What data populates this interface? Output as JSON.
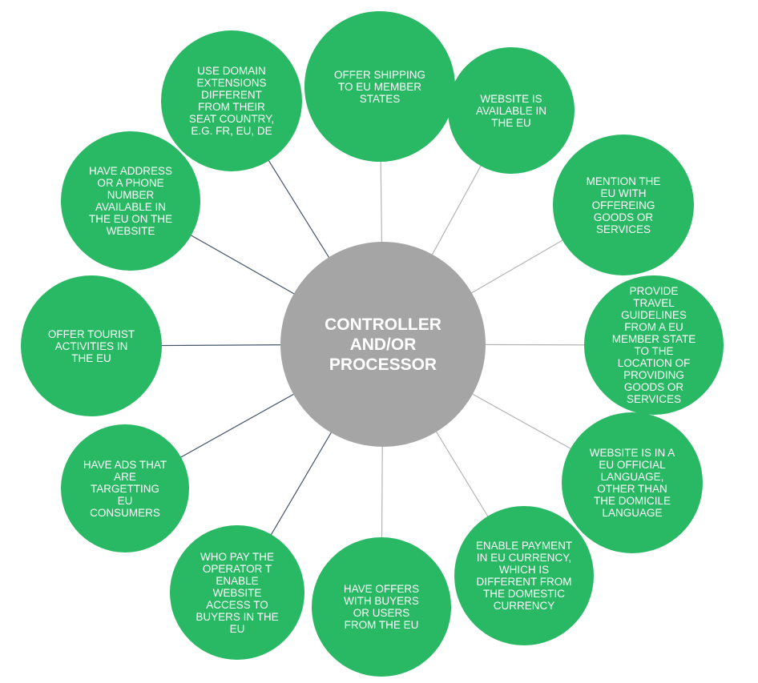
{
  "diagram": {
    "center": {
      "label": "CONTROLLER\nAND/OR\nPROCESSOR"
    },
    "nodes": [
      {
        "id": "offer-shipping",
        "label": "OFFER SHIPPING\nTO EU MEMBER\nSTATES"
      },
      {
        "id": "website-available",
        "label": "WEBSITE IS\nAVAILABLE IN\nTHE EU"
      },
      {
        "id": "mention-eu",
        "label": "MENTION THE\nEU WITH\nOFFEREING\nGOODS OR\nSERVICES"
      },
      {
        "id": "travel-guidelines",
        "label": "PROVIDE\nTRAVEL\nGUIDELINES\nFROM A EU\nMEMBER STATE\nTO THE\nLOCATION OF\nPROVIDING\nGOODS OR\nSERVICES"
      },
      {
        "id": "eu-language",
        "label": "WEBSITE IS IN A\nEU OFFICIAL\nLANGUAGE,\nOTHER THAN\nTHE DOMICILE\nLANGUAGE"
      },
      {
        "id": "eu-currency",
        "label": "ENABLE PAYMENT\nIN EU CURRENCY,\nWHICH IS\nDIFFERENT FROM\nTHE DOMESTIC\nCURRENCY"
      },
      {
        "id": "offers-buyers",
        "label": "HAVE OFFERS\nWITH BUYERS\nOR USERS\nFROM THE EU"
      },
      {
        "id": "pay-operator",
        "label": "WHO PAY THE\nOPERATOR T\nENABLE\nWEBSITE\nACCESS TO\nBUYERS IN THE\nEU"
      },
      {
        "id": "ads-targeting",
        "label": "HAVE ADS THAT\nARE\nTARGETTING\nEU\nCONSUMERS"
      },
      {
        "id": "tourist-activities",
        "label": "OFFER TOURIST\nACTIVITIES IN\nTHE EU"
      },
      {
        "id": "address-phone",
        "label": "HAVE ADDRESS\nOR A PHONE\nNUMBER\nAVAILABLE IN\nTHE EU ON THE\nWEBSITE"
      },
      {
        "id": "domain-extensions",
        "label": "USE DOMAIN\nEXTENSIONS\nDIFFERENT\nFROM THEIR\nSEAT COUNTRY,\nE.G. FR, EU, DE"
      }
    ]
  },
  "colors": {
    "node": "#29b863",
    "center": "#a5a5a5",
    "text": "#ffffff",
    "connector_blue": "#44546a",
    "connector_gray": "#b4b4b4"
  }
}
